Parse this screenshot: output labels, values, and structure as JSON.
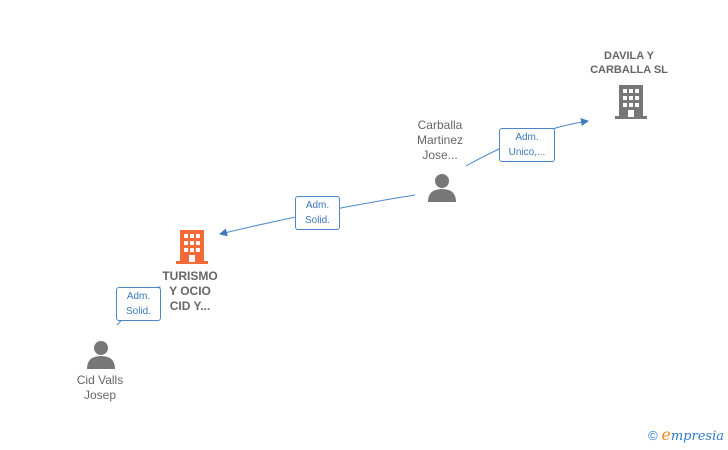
{
  "nodes": {
    "davila": {
      "lines": [
        "DAVILA Y",
        "CARBALLA  SL"
      ],
      "type": "company",
      "color": "#777777"
    },
    "carballa": {
      "lines": [
        "Carballa",
        "Martinez",
        "Jose..."
      ],
      "type": "person",
      "color": "#777777"
    },
    "turismo": {
      "lines": [
        "TURISMO",
        "Y OCIO",
        "CID Y..."
      ],
      "type": "company",
      "color": "#f26a35"
    },
    "cid": {
      "lines": [
        "Cid Valls",
        "Josep"
      ],
      "type": "person",
      "color": "#777777"
    }
  },
  "edges": {
    "carballa_davila": {
      "lines": [
        "Adm.",
        "Unico,..."
      ]
    },
    "carballa_turismo": {
      "lines": [
        "Adm.",
        "Solid."
      ]
    },
    "cid_turismo": {
      "lines": [
        "Adm.",
        "Solid."
      ]
    }
  },
  "colors": {
    "edge": "#4a86c8",
    "accent": "#f26a35",
    "neutral": "#777777"
  },
  "footer": {
    "copyright": "©",
    "brand_first": "e",
    "brand_rest": "mpresia"
  }
}
